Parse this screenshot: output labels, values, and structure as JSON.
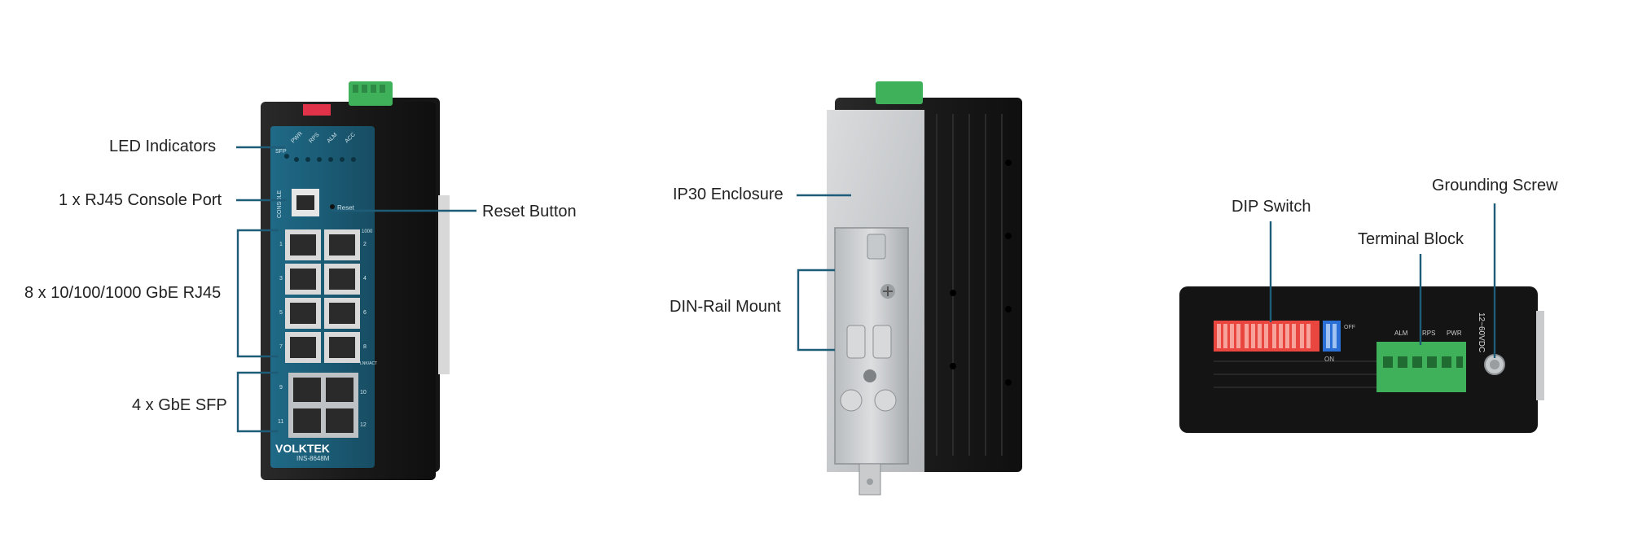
{
  "colors": {
    "leader_line": "#1f5c78",
    "front_panel": "#1c5d78",
    "chassis": "#1e1e1e",
    "terminal_green": "#3fb15a",
    "dip_red": "#e8463e",
    "dip_blue": "#2a6fd6",
    "din_rail_metal": "#c9cbcd"
  },
  "views": {
    "front": {
      "labels": {
        "led_indicators": "LED Indicators",
        "console_port": "1 x RJ45 Console Port",
        "reset_button": "Reset Button",
        "rj45_ports": "8 x 10/100/1000 GbE RJ45",
        "sfp_ports": "4 x GbE SFP"
      },
      "device": {
        "brand": "VOLKTEK",
        "model": "INS-8648M",
        "console_silk": "CONSOLE",
        "reset_silk": "Reset",
        "led_silk": [
          "PWR",
          "RPS",
          "ALM",
          "ACC"
        ],
        "sfp_silk": "SFP",
        "speed_silk": "1000",
        "link_silk": "LNK/ACT",
        "port_numbers_left": [
          "1",
          "3",
          "5",
          "7",
          "9",
          "11"
        ],
        "port_numbers_right": [
          "2",
          "4",
          "6",
          "8",
          "10",
          "12"
        ]
      }
    },
    "back": {
      "labels": {
        "enclosure": "IP30 Enclosure",
        "din_rail": "DIN-Rail Mount"
      }
    },
    "top": {
      "labels": {
        "dip_switch": "DIP Switch",
        "terminal_block": "Terminal Block",
        "grounding_screw": "Grounding Screw"
      },
      "device": {
        "voltage_silk": "12~60VDC",
        "dip_on": "ON",
        "dip_off": "OFF",
        "alm_silk": "ALM",
        "pwr_silk": "PWR",
        "rps_silk": "RPS"
      }
    }
  }
}
